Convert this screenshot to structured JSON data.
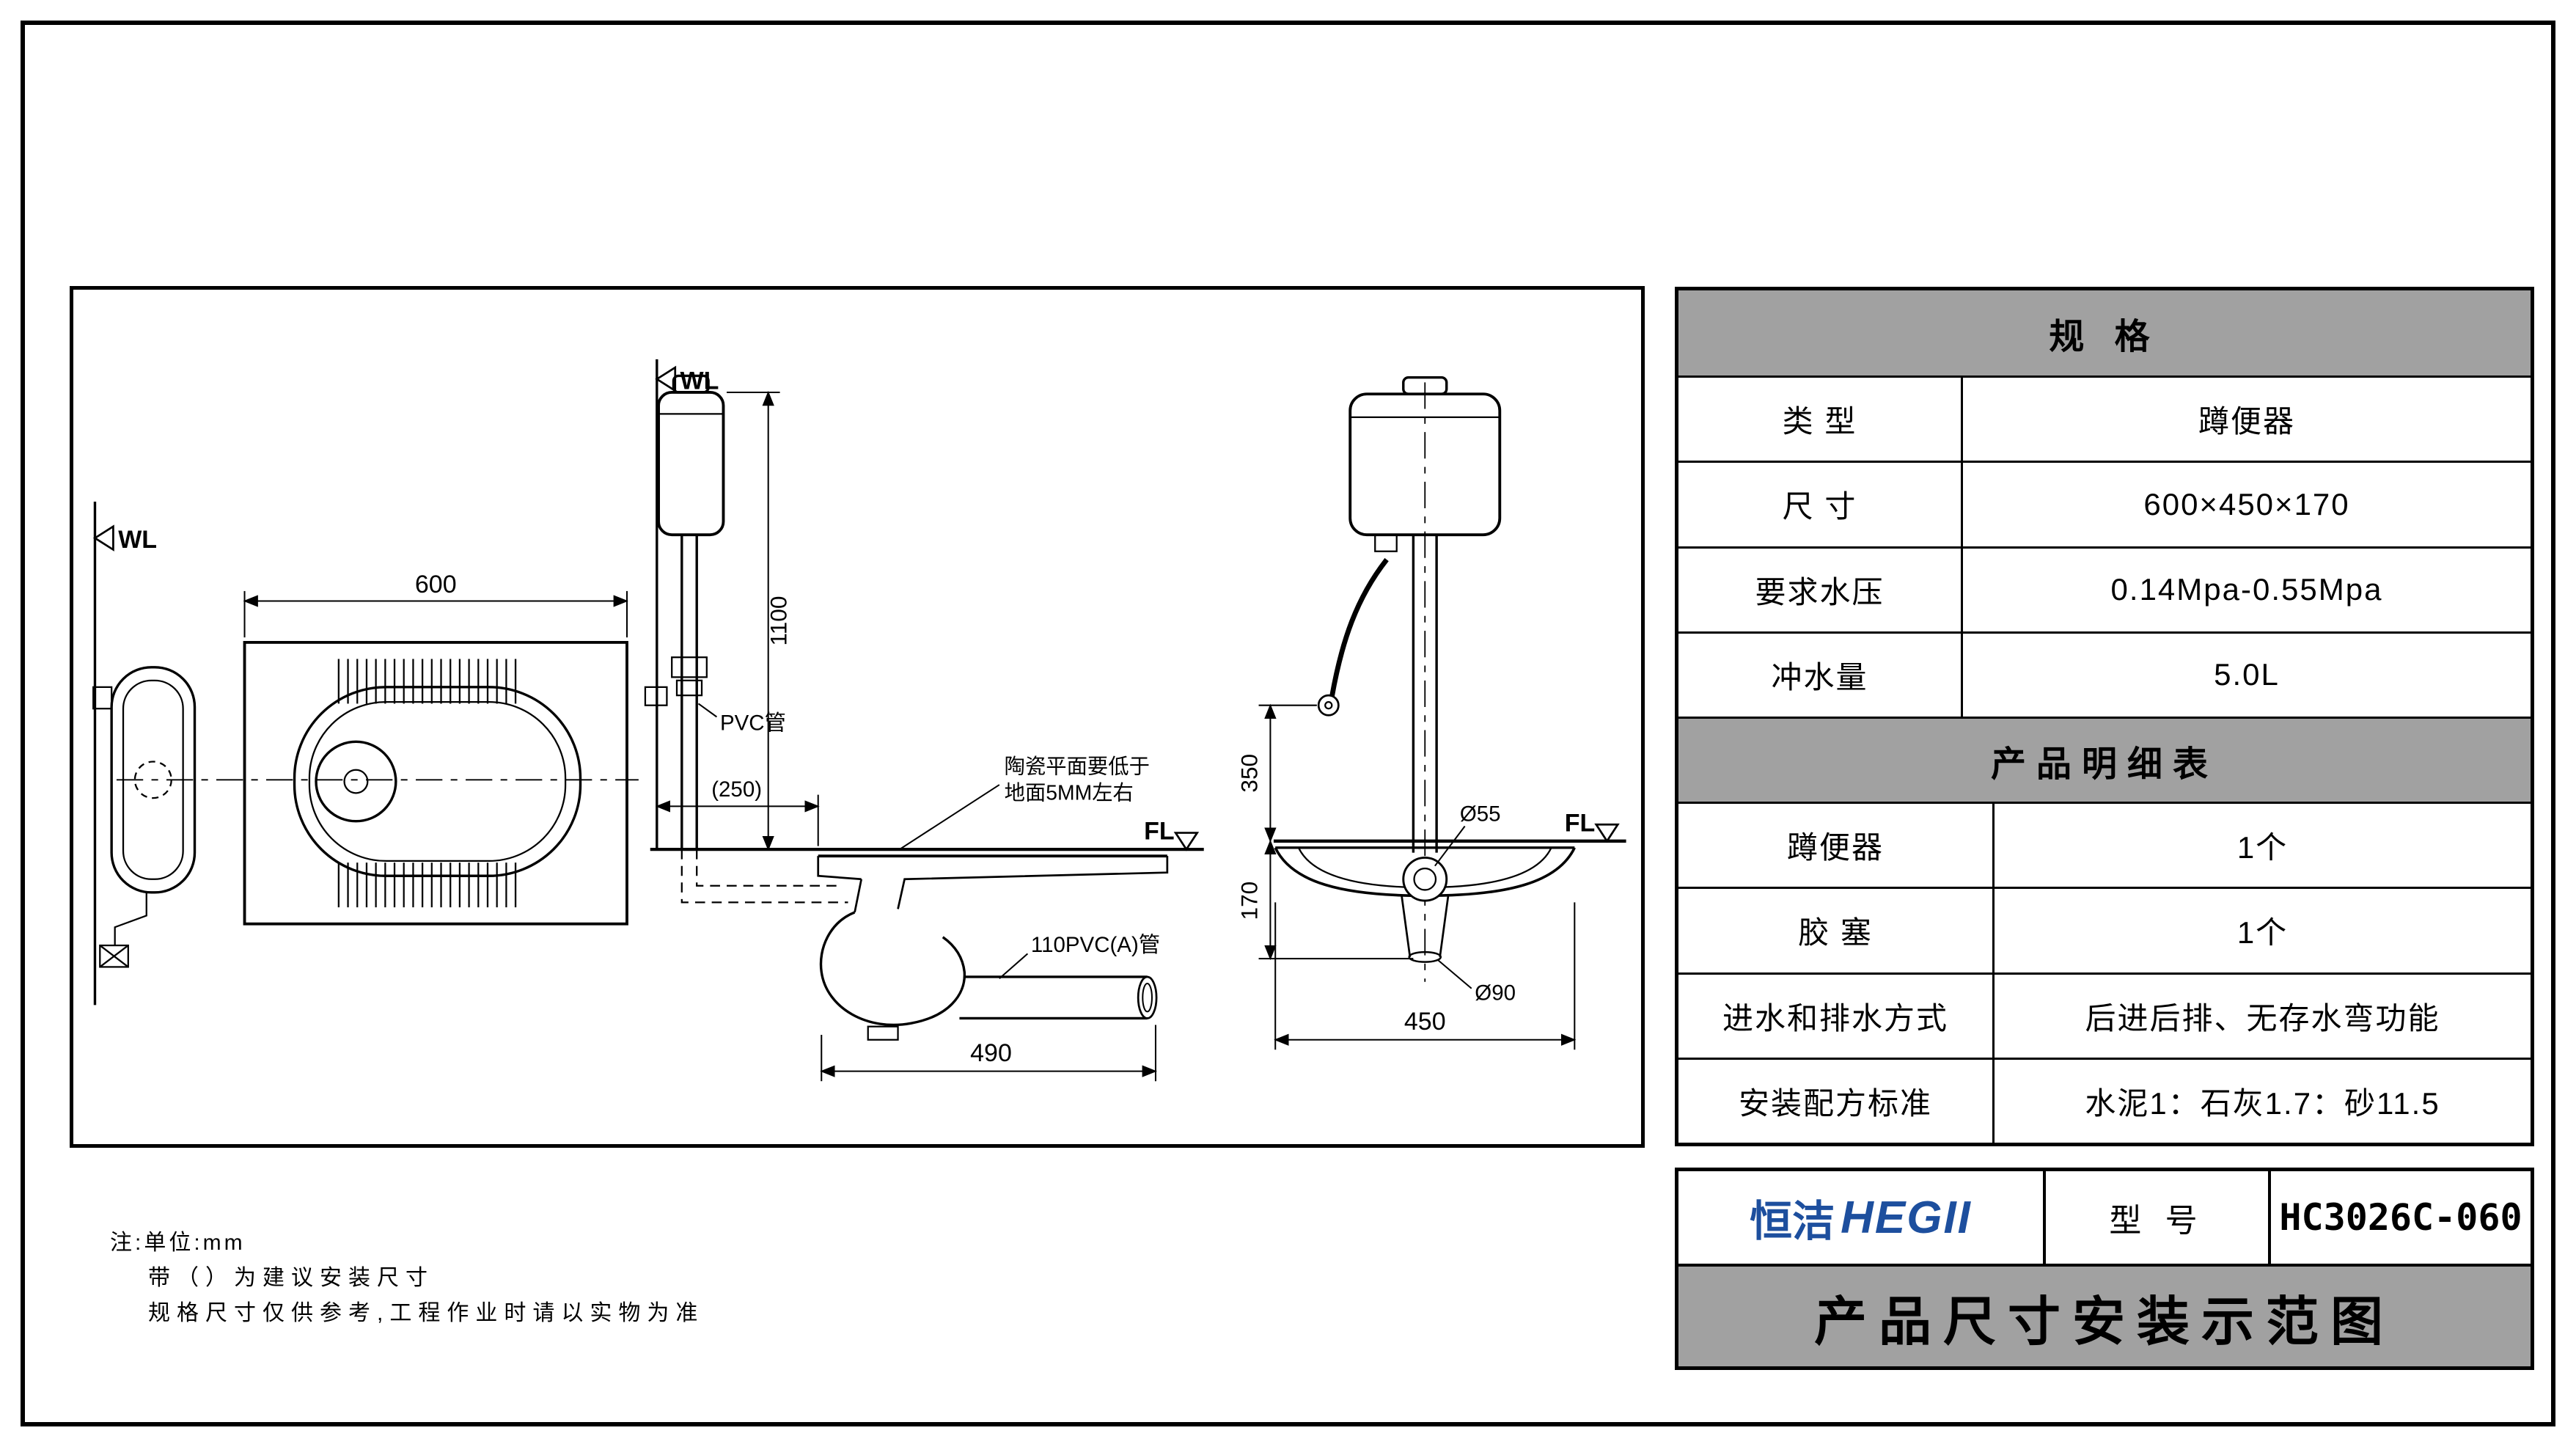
{
  "meta": {
    "brand_blue": "#1d4f9e",
    "header_gray": "#a1a1a1"
  },
  "drawing": {
    "wl": "WL",
    "fl": "FL",
    "dim_600": "600",
    "dim_1100": "1100",
    "dim_250": "(250)",
    "label_pvc": "PVC管",
    "note_ceramic_1": "陶瓷平面要低于",
    "note_ceramic_2": "地面5MM左右",
    "label_pvc110": "110PVC(A)管",
    "dim_490": "490",
    "dim_350": "350",
    "dim_phi55": "Ø55",
    "dim_170": "170",
    "dim_phi90": "Ø90",
    "dim_450": "450"
  },
  "notes": {
    "line1": "注:单位:mm",
    "line2": "带（）为建议安装尺寸",
    "line3": "规格尺寸仅供参考,工程作业时请以实物为准"
  },
  "spec": {
    "title": "规  格",
    "rows": [
      {
        "label": "类  型",
        "value": "蹲便器"
      },
      {
        "label": "尺  寸",
        "value": "600×450×170"
      },
      {
        "label": "要求水压",
        "value": "0.14Mpa-0.55Mpa"
      },
      {
        "label": "冲水量",
        "value": "5.0L"
      }
    ],
    "detail_title": "产品明细表",
    "detail_rows": [
      {
        "label": "蹲便器",
        "value": "1个"
      },
      {
        "label": "胶  塞",
        "value": "1个"
      },
      {
        "label": "进水和排水方式",
        "value": "后进后排、无存水弯功能"
      },
      {
        "label": "安装配方标准",
        "value": "水泥1：石灰1.7：砂11.5"
      }
    ]
  },
  "title_block": {
    "brand_cn": "恒洁",
    "brand_en": "HEGII",
    "model_label": "型  号",
    "model_value": "HC3026C-060",
    "title": "产品尺寸安装示范图"
  }
}
